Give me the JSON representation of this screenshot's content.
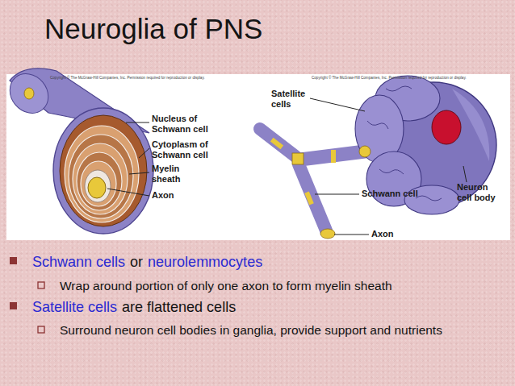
{
  "diagram": {
    "title": "Neuroglia of PNS",
    "labels": [
      "Copyright © The McGraw-Hill Companies, Inc. Permission required for reproduction or display.",
      "Copyright © The McGraw-Hill Companies, Inc. Permission required for reproduction or display.",
      "Nucleus of Schwann cell",
      "Cytoplasm of Schwann cell",
      "Myelin sheath",
      "Axon",
      "Satellite cells",
      "Schwann cell",
      "Neuron cell body",
      "Axon",
      "Schwann cells",
      "or",
      "neurolemmocytes",
      "Wrap around portion of only one axon to form myelin sheath",
      "Satellite cells",
      "are flattened cells",
      "Surround neuron cell bodies in ganglia, provide support and nutrients"
    ]
  }
}
